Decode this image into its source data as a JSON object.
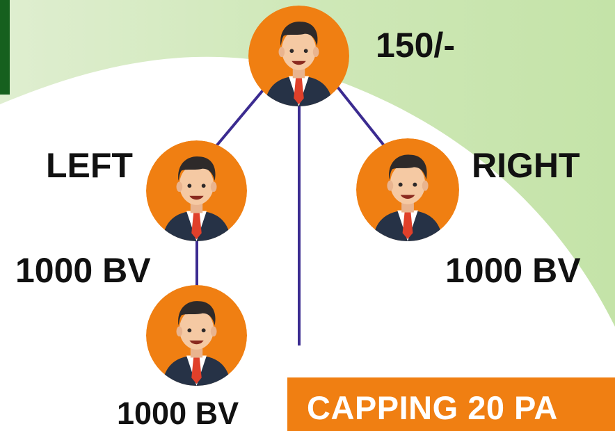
{
  "diagram": {
    "colors": {
      "avatar_bg": "#f07f12",
      "connector": "#3b2b90",
      "capping_bg": "#f07f12",
      "capping_text": "#ffffff",
      "edge_bar": "#16601e",
      "background_tint": "#d6ecc0"
    },
    "nodes": [
      {
        "id": "top",
        "icon": "businessman-avatar-icon",
        "value": "150/-"
      },
      {
        "id": "left",
        "icon": "businessman-avatar-icon",
        "side": "LEFT",
        "value": "1000 BV"
      },
      {
        "id": "right",
        "icon": "businessman-avatar-icon",
        "side": "RIGHT",
        "value": "1000 BV"
      },
      {
        "id": "left-child",
        "icon": "businessman-avatar-icon",
        "value": "1000 BV"
      }
    ],
    "capping": {
      "text": "CAPPING 20 PA"
    }
  }
}
